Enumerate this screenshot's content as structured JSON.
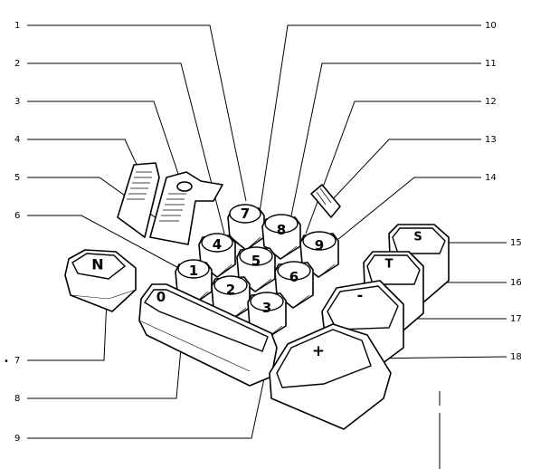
{
  "callouts": [
    {
      "id": "1",
      "label": "1"
    },
    {
      "id": "2",
      "label": "2"
    },
    {
      "id": "3",
      "label": "3"
    },
    {
      "id": "4",
      "label": "4"
    },
    {
      "id": "5",
      "label": "5"
    },
    {
      "id": "6",
      "label": "6"
    },
    {
      "id": "7",
      "label": "7"
    },
    {
      "id": "8",
      "label": "8"
    },
    {
      "id": "9",
      "label": "9"
    },
    {
      "id": "10",
      "label": "10"
    },
    {
      "id": "11",
      "label": "11"
    },
    {
      "id": "12",
      "label": "12"
    },
    {
      "id": "13",
      "label": "13"
    },
    {
      "id": "14",
      "label": "14"
    },
    {
      "id": "15",
      "label": "15"
    },
    {
      "id": "16",
      "label": "16"
    },
    {
      "id": "17",
      "label": "17"
    },
    {
      "id": "18",
      "label": "18"
    }
  ],
  "keys": {
    "k7": "7",
    "k8": "8",
    "k9": "9",
    "k4": "4",
    "k5": "5",
    "k6": "6",
    "k1": "1",
    "k2": "2",
    "k3": "3",
    "k0": "0",
    "kN": "N",
    "kS": "S",
    "kT": "T",
    "kMinus": "-",
    "kPlus": "+"
  },
  "stray_mark": "•"
}
